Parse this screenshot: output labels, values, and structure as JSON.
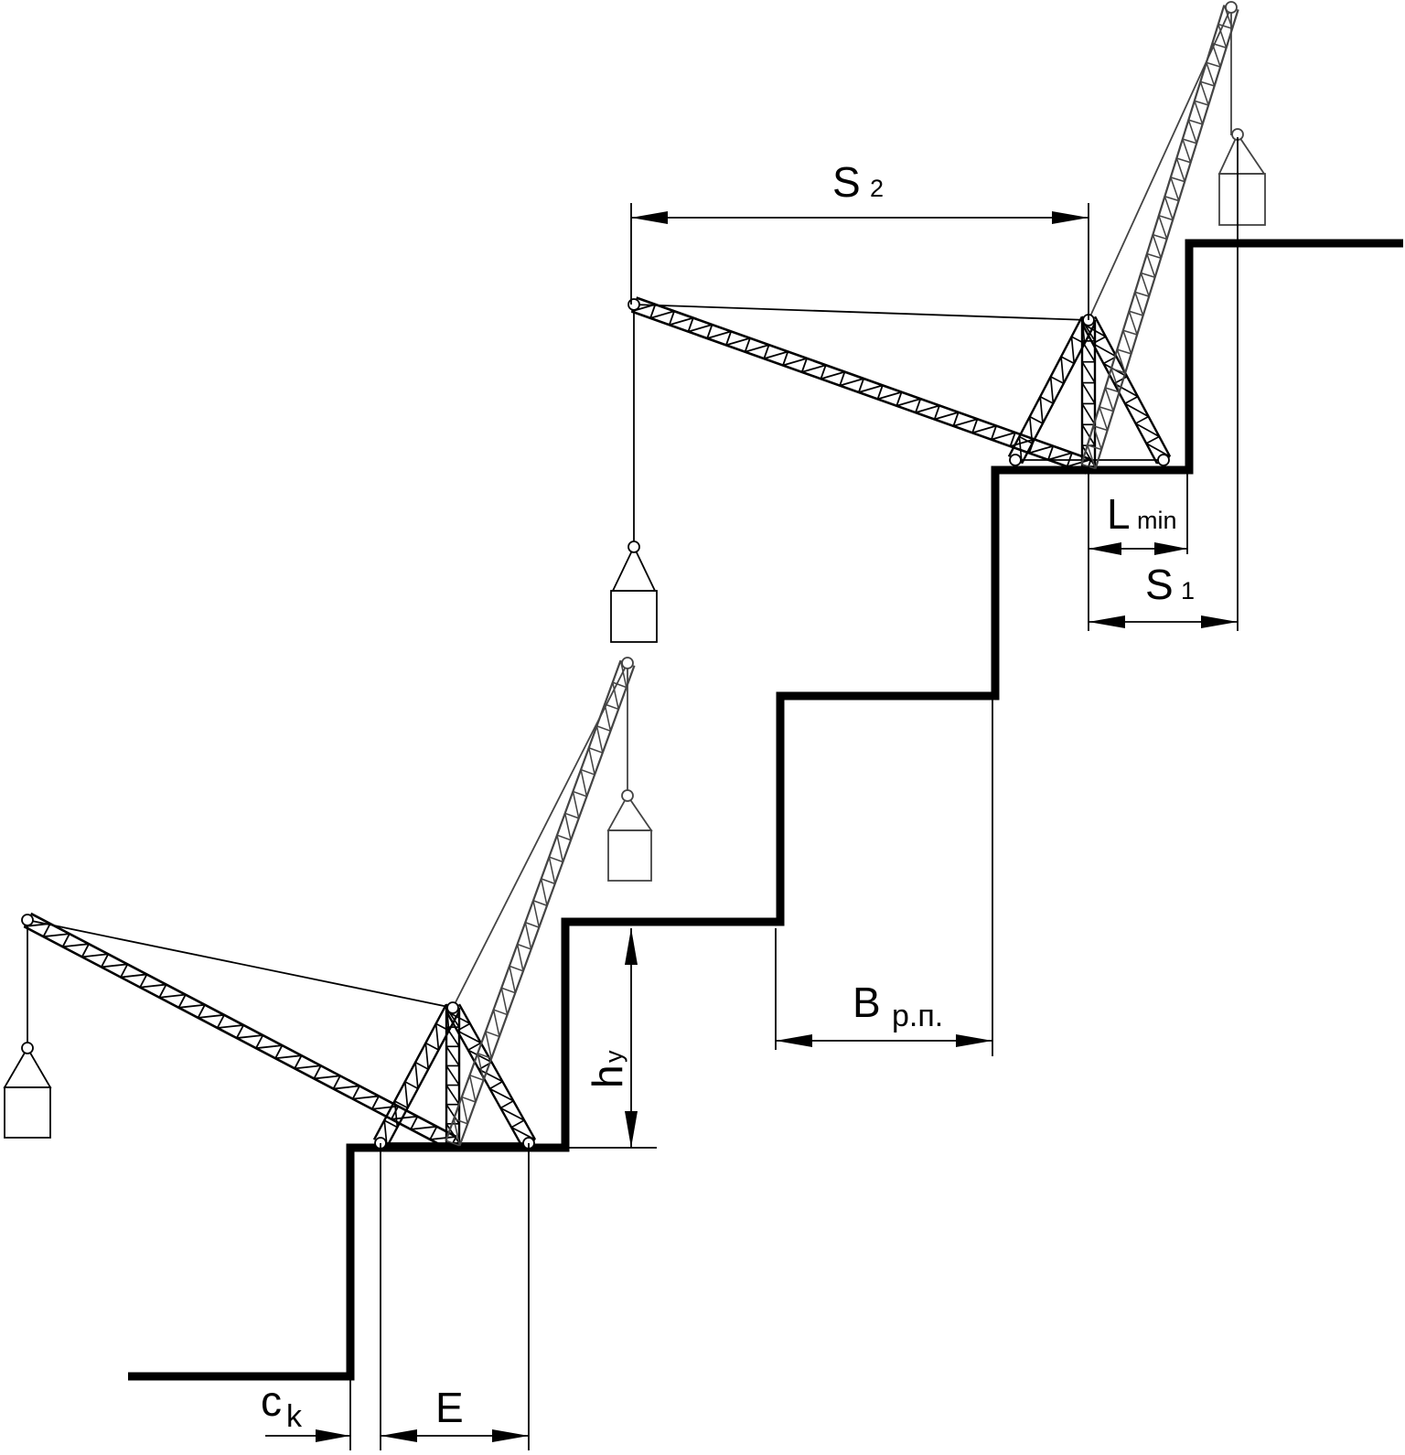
{
  "labels": {
    "s2": "S",
    "s2_sub": "2",
    "lmin": "L",
    "lmin_sub": "min",
    "s1": "S",
    "s1_sub": "1",
    "brp": "B",
    "brp_sub": "р.п.",
    "hy": "h",
    "hy_sub": "у",
    "ck": "c",
    "ck_sub": "k",
    "e": "E"
  },
  "colors": {
    "line": "#000000",
    "secondary": "#444444",
    "background": "#ffffff"
  }
}
